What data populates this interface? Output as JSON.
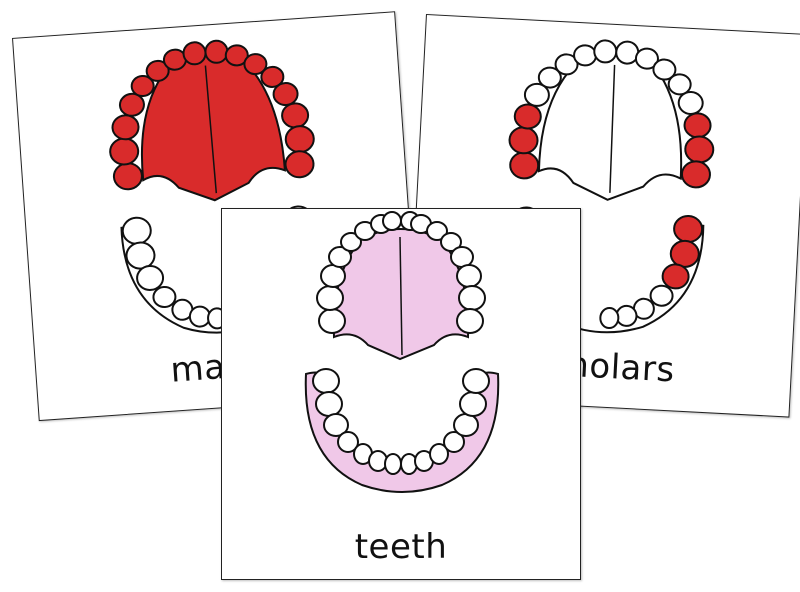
{
  "cards": [
    {
      "id": "left",
      "label": "maxilla",
      "highlight": "maxilla",
      "accent": "#d92b2b"
    },
    {
      "id": "right",
      "label": "molars",
      "highlight": "molars",
      "accent": "#d92b2b"
    },
    {
      "id": "front",
      "label": "teeth",
      "highlight": "all",
      "accent": "#f0c8e8"
    }
  ],
  "colors": {
    "tooth_fill": "#ffffff",
    "outline": "#111111",
    "highlight_red": "#d92b2b",
    "gum_pink": "#f0c8e8"
  }
}
